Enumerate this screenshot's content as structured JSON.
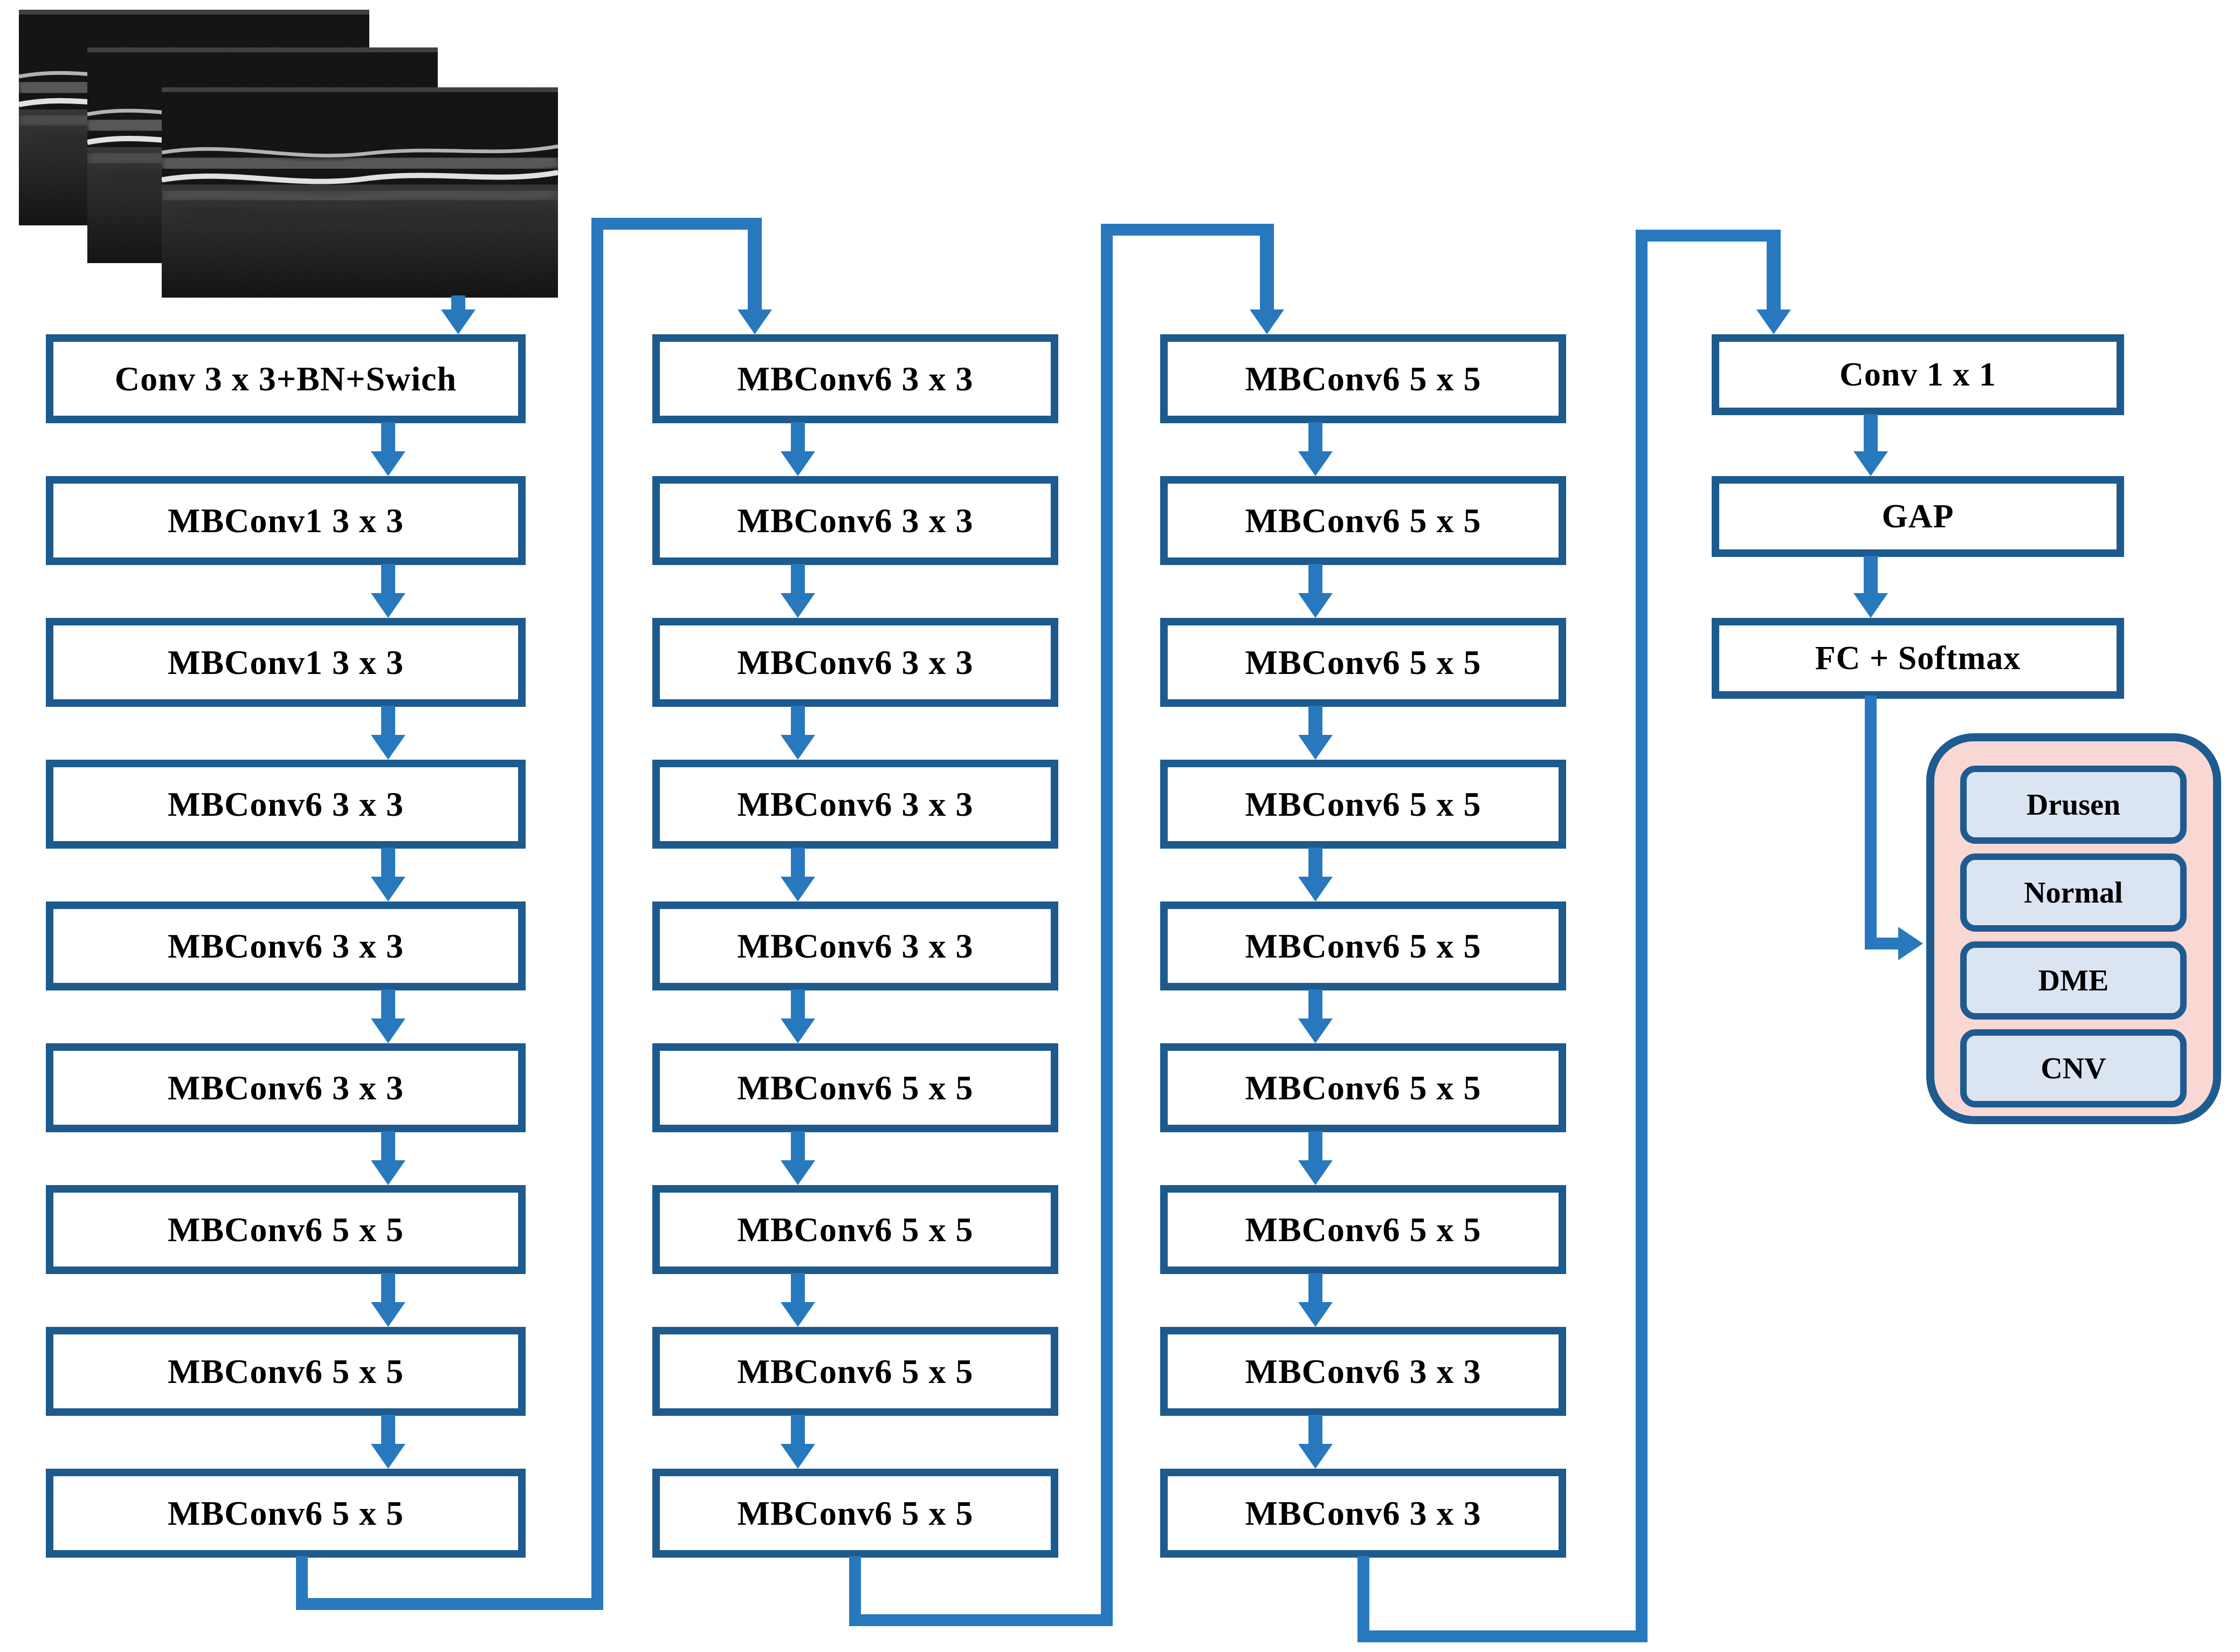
{
  "title": "EfficientNet-style OCT classification architecture",
  "input": {
    "description": "Stack of three OCT retinal B-scan images",
    "image_name": "oct-scan-image",
    "count": 3
  },
  "columns": [
    {
      "id": "stage-1",
      "boxes": [
        "Conv 3 x 3+BN+Swich",
        "MBConv1 3 x 3",
        "MBConv1 3 x 3",
        "MBConv6 3 x 3",
        "MBConv6 3 x 3",
        "MBConv6 3 x 3",
        "MBConv6 5 x 5",
        "MBConv6 5 x 5",
        "MBConv6 5 x 5"
      ]
    },
    {
      "id": "stage-2",
      "boxes": [
        "MBConv6 3 x 3",
        "MBConv6 3 x 3",
        "MBConv6 3 x 3",
        "MBConv6 3 x 3",
        "MBConv6 3 x 3",
        "MBConv6 5 x 5",
        "MBConv6 5 x 5",
        "MBConv6 5 x 5",
        "MBConv6 5 x 5"
      ]
    },
    {
      "id": "stage-3",
      "boxes": [
        "MBConv6 5 x 5",
        "MBConv6 5 x 5",
        "MBConv6 5 x 5",
        "MBConv6 5 x 5",
        "MBConv6 5 x 5",
        "MBConv6 5 x 5",
        "MBConv6 5 x 5",
        "MBConv6 3 x 3",
        "MBConv6 3 x 3"
      ]
    },
    {
      "id": "head",
      "boxes": [
        "Conv 1 x 1",
        "GAP",
        "FC + Softmax"
      ]
    }
  ],
  "classes": [
    "Drusen",
    "Normal",
    "DME",
    "CNV"
  ],
  "colors": {
    "box_border": "#1d5a8e",
    "arrow": "#2878be",
    "pink_fill": "#f9d8d3",
    "pink_border": "#1e5b90",
    "class_fill": "#dbe5f1",
    "text": "#000000",
    "bg": "#ffffff"
  }
}
